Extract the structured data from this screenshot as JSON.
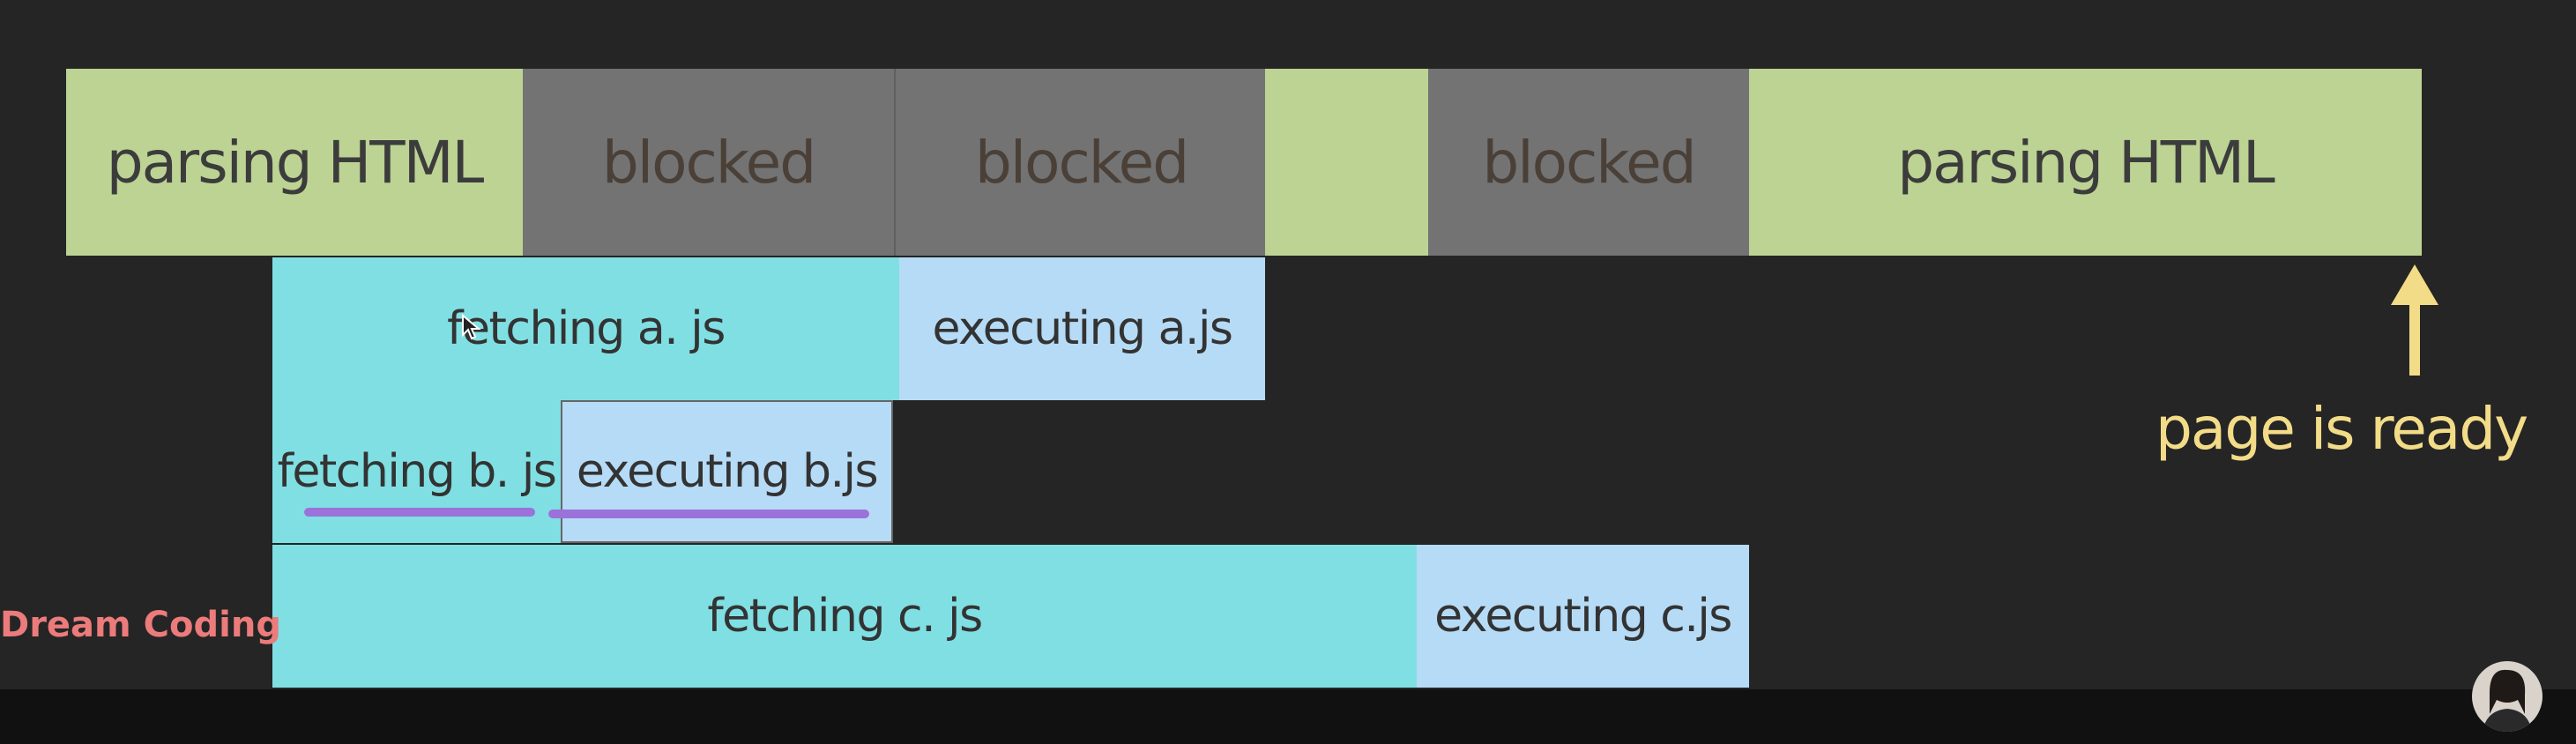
{
  "main_row": [
    {
      "label": "parsing HTML",
      "state": "parsing"
    },
    {
      "label": "blocked",
      "state": "blocked"
    },
    {
      "label": "blocked",
      "state": "blocked"
    },
    {
      "label": "",
      "state": "parsing"
    },
    {
      "label": "blocked",
      "state": "blocked"
    },
    {
      "label": "parsing HTML",
      "state": "parsing"
    }
  ],
  "scripts": {
    "a": {
      "fetch": "fetching a. js",
      "execute": "executing a.js"
    },
    "b": {
      "fetch": "fetching b. js",
      "execute": "executing b.js"
    },
    "c": {
      "fetch": "fetching c. js",
      "execute": "executing c.js"
    }
  },
  "ready_label": "page is ready",
  "brand": "Dream Coding",
  "colors": {
    "parsing": "#bcd394",
    "blocked": "#737373",
    "fetching": "#80dfe3",
    "executing": "#b6dbf6",
    "ready": "#f3dc88",
    "underline": "#9b72d9",
    "brand": "#ec7b7b"
  },
  "icons": {
    "arrow": "up-arrow-icon",
    "cursor": "mouse-pointer-icon",
    "avatar": "presenter-avatar"
  }
}
